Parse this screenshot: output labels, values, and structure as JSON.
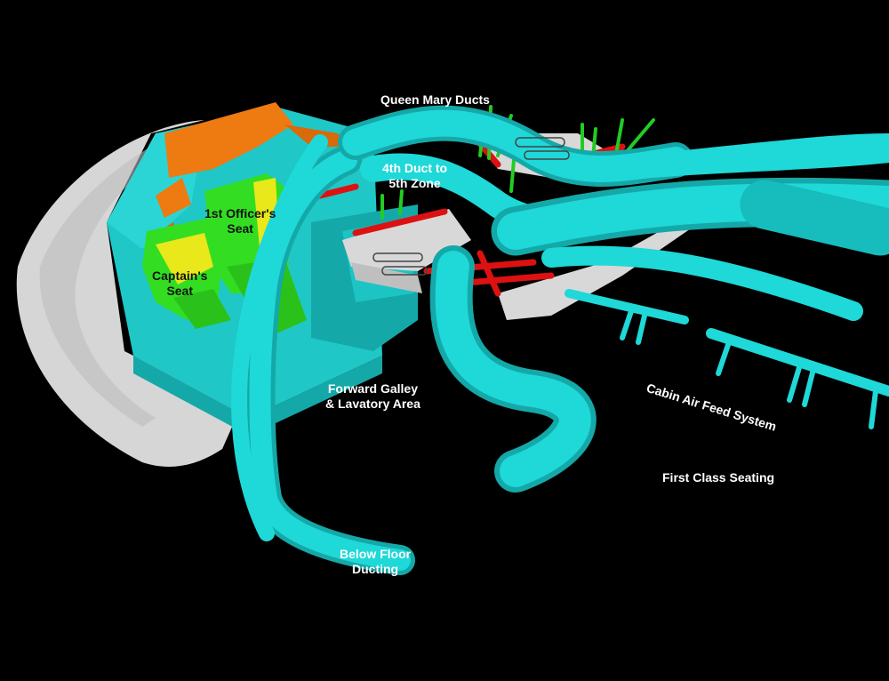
{
  "labels": {
    "queen_mary_ducts": "Queen Mary Ducts",
    "fourth_duct": [
      "4th Duct to",
      "5th Zone"
    ],
    "first_officer_seat": [
      "1st Officer's",
      "Seat"
    ],
    "captain_seat": [
      "Captain's",
      "Seat"
    ],
    "forward_galley": [
      "Forward Galley",
      "& Lavatory Area"
    ],
    "cabin_air_feed": "Cabin Air Feed System",
    "first_class_seating": "First Class Seating",
    "below_floor": [
      "Below Floor",
      "Ducting"
    ]
  },
  "colors": {
    "background": "#000000",
    "ducts": "#19d9d9",
    "duct_shadow": "#0fa8a8",
    "cockpit_shell": "#dcdcdc",
    "cockpit_interior": "#22c9c9",
    "seats_green": "#33dd22",
    "seats_yellow": "#e8e81a",
    "overhead_orange": "#ee7a12",
    "floor_panel": "#d8d8d8",
    "red_beams": "#dd1111",
    "air_outlets": "#22cc22"
  }
}
